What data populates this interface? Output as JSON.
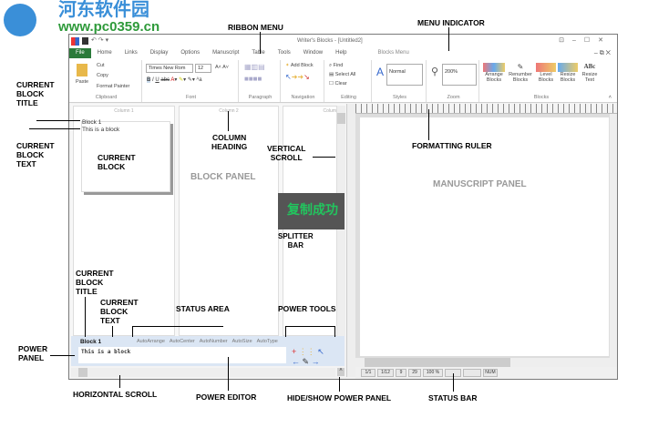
{
  "watermark": {
    "site_name": "河东软件园",
    "url": "www.pc0359.cn"
  },
  "window": {
    "title": "Writer's Blocks - [Untitled2]",
    "controls": [
      "restore-icon",
      "minimize-icon",
      "maximize-icon",
      "close-icon"
    ]
  },
  "menu": {
    "items": [
      "File",
      "Home",
      "Links",
      "Display",
      "Options",
      "Manuscript",
      "Table",
      "Tools",
      "Window",
      "Help"
    ],
    "indicator": "Blocks Menu"
  },
  "ribbon": {
    "clipboard": {
      "label": "Clipboard",
      "paste": "Paste",
      "cut": "Cut",
      "copy": "Copy",
      "format_painter": "Format Painter"
    },
    "font": {
      "label": "Font",
      "family": "Times New Rom",
      "size": "12"
    },
    "paragraph": {
      "label": "Paragraph"
    },
    "navigation": {
      "label": "Navigation",
      "add_block": "Add Block"
    },
    "editing": {
      "label": "Editing",
      "find": "Find",
      "select_all": "Select All",
      "clear": "Clear"
    },
    "styles": {
      "label": "Styles",
      "value": "Normal"
    },
    "zoom": {
      "label": "Zoom",
      "value": "200%"
    },
    "blocks": {
      "label": "Blocks",
      "buttons": [
        "Arrange Blocks",
        "Renumber Blocks",
        "Level Blocks",
        "Resize Blocks",
        "Resize Text"
      ]
    }
  },
  "block_panel": {
    "columns": [
      "Column 1",
      "Column 2",
      "Colum"
    ],
    "block_title": "Block 1",
    "block_text": "This is a block"
  },
  "power_panel": {
    "title": "Block 1",
    "status": [
      "AutoArrange",
      "AutoCenter",
      "AutoNumber",
      "AutoSize",
      "AutoType"
    ],
    "editor_text": "This is a block"
  },
  "status_bar": [
    "1/1",
    "1/12",
    "9",
    "29",
    "100 %",
    "",
    "",
    "NUM"
  ],
  "overlay": {
    "text": "复制成功",
    "color": "#22c55e"
  },
  "annotations": {
    "ribbon_menu": "RIBBON MENU",
    "menu_indicator": "MENU INDICATOR",
    "current_block_title": "CURRENT\nBLOCK\nTITLE",
    "current_block_text": "CURRENT\nBLOCK\nTEXT",
    "current_block": "CURRENT\nBLOCK",
    "column_heading": "COLUMN\nHEADING",
    "block_panel": "BLOCK PANEL",
    "vertical_scroll": "VERTICAL\nSCROLL",
    "splitter_bar": "SPLITTER\nBAR",
    "formatting_ruler": "FORMATTING RULER",
    "manuscript_panel": "MANUSCRIPT PANEL",
    "power_title": "CURRENT\nBLOCK\nTITLE",
    "power_text": "CURRENT\nBLOCK\nTEXT",
    "status_area": "STATUS AREA",
    "power_tools": "POWER TOOLS",
    "power_panel": "POWER\nPANEL",
    "horizontal_scroll": "HORIZONTAL SCROLL",
    "power_editor": "POWER EDITOR",
    "hide_show": "HIDE/SHOW POWER PANEL",
    "status_bar": "STATUS BAR"
  }
}
